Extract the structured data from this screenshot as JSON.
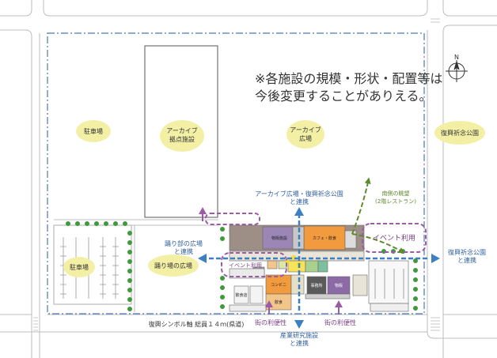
{
  "notice": {
    "line1": "※各施設の規模・形状・配置等は",
    "line2": "今後変更することがありえる。"
  },
  "north_label": "N",
  "zones": {
    "parking_top": "駐車場",
    "archive_base_1": "アーカイブ",
    "archive_base_2": "拠点施設",
    "archive_plaza_1": "アーカイブ",
    "archive_plaza_2": "広場",
    "memorial_park": "復興祈念公園",
    "parking_bottom": "駐車場",
    "odoriba_plaza": "踊り場の広場"
  },
  "annotations": {
    "archive_link_1": "アーカイブ広場・復興祈念公園",
    "archive_link_2": "と連携",
    "view_1": "南側の眺望",
    "view_2": "(2階レストラン)",
    "event_use_right": "イベント利用",
    "event_use_left": "イベント利用",
    "odoriba_link_1": "踊り部の広場",
    "odoriba_link_2": "と連携",
    "memorial_link_1": "復興祈念公園",
    "memorial_link_2": "と連携",
    "convenience_left": "街の利便性",
    "convenience_right": "街の利便性",
    "industry_link_1": "産業研究施設",
    "industry_link_2": "と連携",
    "road": "復興シンボル軸 総員１４ｍ(県道)"
  },
  "buildings": {
    "b1": "物販施設",
    "b2": "カフェ・飲食",
    "b3": "コンビニ",
    "b4": "飲食",
    "b5": "事務所",
    "b6": "物販",
    "b7": "飲食店"
  },
  "colors": {
    "blue_arrow": "#3c7fc2",
    "purple": "#9d5aa6",
    "green_dash": "#5e8a2e",
    "yellow_zone": "#f3f0a6",
    "site_border": "#4a7ab3"
  }
}
